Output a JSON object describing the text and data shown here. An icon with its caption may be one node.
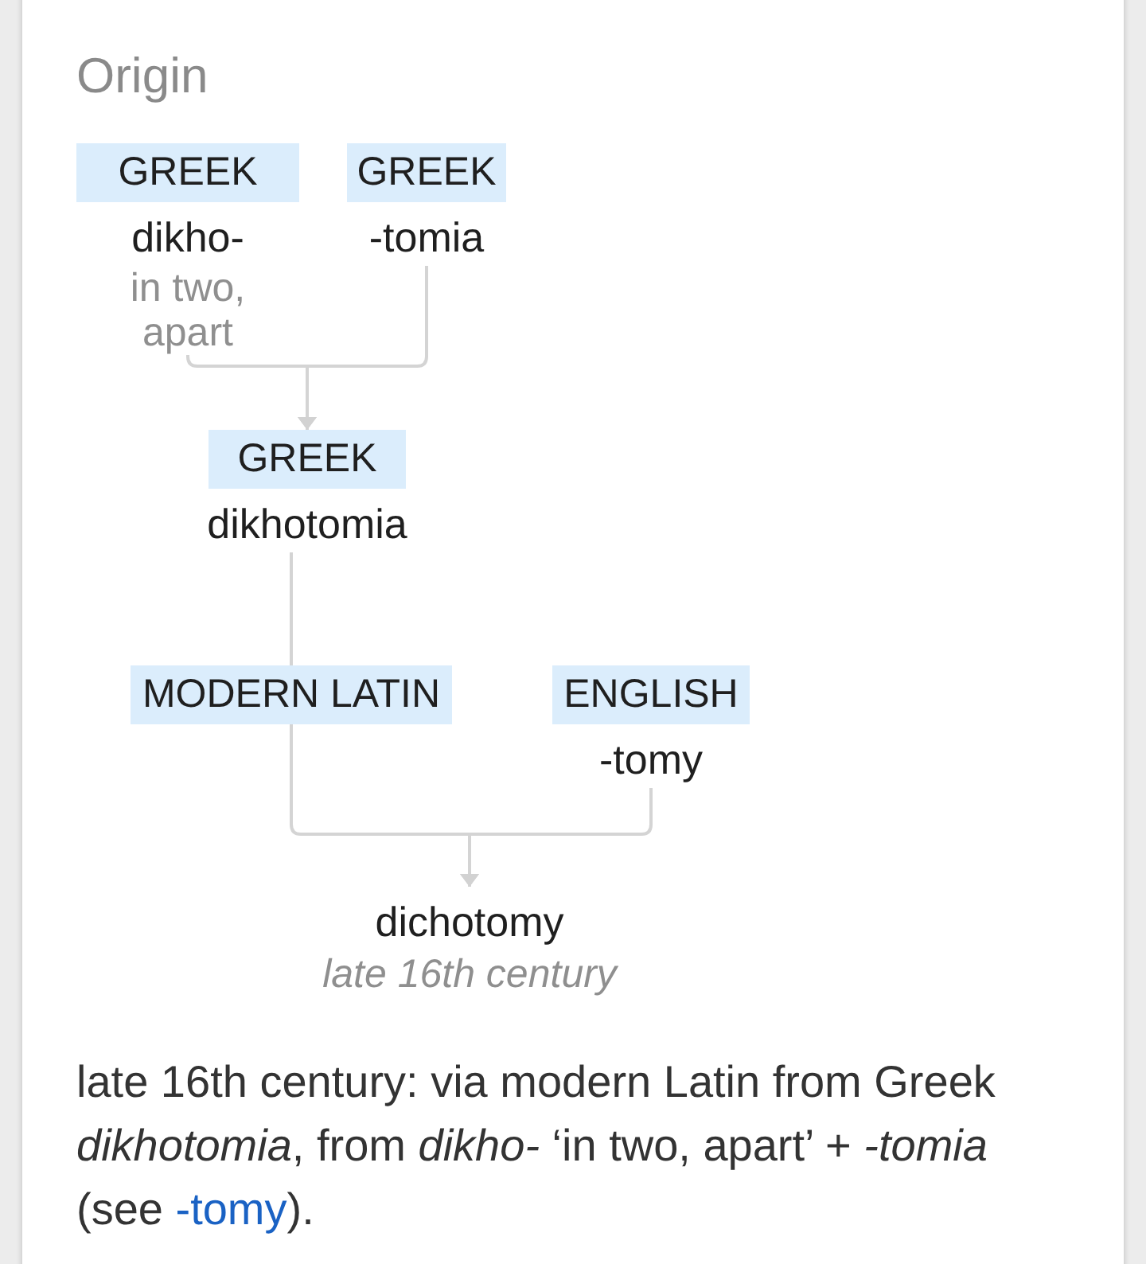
{
  "diagram": {
    "title": "Origin",
    "nodes": [
      {
        "text": [
          "GREEK",
          "dikho-",
          "in two, apart"
        ]
      },
      {
        "text": [
          "GREEK",
          "-tomia"
        ]
      },
      {
        "text": [
          "GREEK",
          "dikhotomia"
        ]
      },
      {
        "text": [
          "MODERN LATIN"
        ]
      },
      {
        "text": [
          "ENGLISH",
          "-tomy"
        ]
      },
      {
        "text": [
          "dichotomy",
          "late 16th century"
        ]
      }
    ],
    "edges": [
      {
        "from": 0,
        "to": 2,
        "arrow": "to"
      },
      {
        "from": 1,
        "to": 2,
        "arrow": "to"
      },
      {
        "from": 2,
        "to": 3,
        "arrow": "none"
      },
      {
        "from": 3,
        "to": 5,
        "arrow": "to"
      },
      {
        "from": 4,
        "to": 5,
        "arrow": "to"
      }
    ],
    "labels": [
      "late 16th century: via modern Latin from Greek *dikhotomia*, from *dikho-* ‘in two, apart’ + *-tomia* (see",
      "-tomy",
      ")."
    ]
  }
}
